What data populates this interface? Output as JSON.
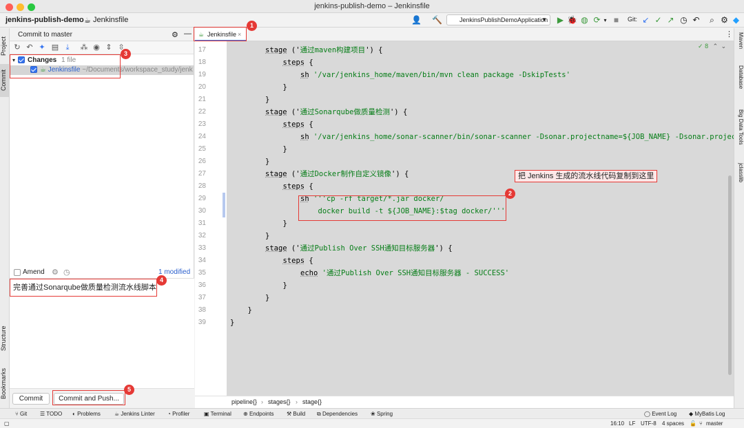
{
  "window": {
    "title": "jenkins-publish-demo – Jenkinsfile",
    "traffic_colors": [
      "#ff5f57",
      "#febc2e",
      "#28c840"
    ]
  },
  "toolbar": {
    "project": "jenkins-publish-demo",
    "file": "Jenkinsfile",
    "run_config": "JenkinsPublishDemoApplication",
    "git_label": "Git:"
  },
  "left_stripe": {
    "project": "Project",
    "commit": "Commit",
    "structure": "Structure",
    "bookmarks": "Bookmarks"
  },
  "commit_panel": {
    "title": "Commit to master",
    "changes_label": "Changes",
    "changes_count": "1 file",
    "file_name": "Jenkinsfile",
    "file_path": "~/Documents/workspace_study/jenk",
    "amend_label": "Amend",
    "modified_count": "1 modified",
    "commit_message": "完善通过Sonarqube做质量检测流水线脚本",
    "commit_button": "Commit",
    "commit_push_button": "Commit and Push..."
  },
  "editor": {
    "tab_label": "Jenkinsfile",
    "inspection_count": "8",
    "lines": [
      {
        "n": "17",
        "indent": 2,
        "parts": [
          {
            "t": "stage",
            "c": "kw"
          },
          {
            "t": " ('",
            "c": ""
          },
          {
            "t": "通过maven构建项目",
            "c": "str"
          },
          {
            "t": "') {",
            "c": ""
          }
        ]
      },
      {
        "n": "18",
        "indent": 3,
        "parts": [
          {
            "t": "steps",
            "c": "kw"
          },
          {
            "t": " {",
            "c": ""
          }
        ]
      },
      {
        "n": "19",
        "indent": 4,
        "parts": [
          {
            "t": "sh",
            "c": "kw"
          },
          {
            "t": " ",
            "c": ""
          },
          {
            "t": "'/var/jenkins_home/maven/bin/mvn clean package -DskipTests'",
            "c": "str"
          }
        ]
      },
      {
        "n": "20",
        "indent": 3,
        "parts": [
          {
            "t": "}",
            "c": ""
          }
        ]
      },
      {
        "n": "21",
        "indent": 2,
        "parts": [
          {
            "t": "}",
            "c": ""
          }
        ]
      },
      {
        "n": "22",
        "indent": 2,
        "parts": [
          {
            "t": "stage",
            "c": "kw"
          },
          {
            "t": " ('",
            "c": ""
          },
          {
            "t": "通过Sonarqube做质量检测",
            "c": "str"
          },
          {
            "t": "') {",
            "c": ""
          }
        ]
      },
      {
        "n": "23",
        "indent": 3,
        "parts": [
          {
            "t": "steps",
            "c": "kw"
          },
          {
            "t": " {",
            "c": ""
          }
        ]
      },
      {
        "n": "24",
        "indent": 4,
        "parts": [
          {
            "t": "sh",
            "c": "kw"
          },
          {
            "t": " ",
            "c": ""
          },
          {
            "t": "'/var/jenkins_home/sonar-scanner/bin/sonar-scanner -Dsonar.projectname=${JOB_NAME} -Dsonar.projec",
            "c": "str"
          }
        ]
      },
      {
        "n": "25",
        "indent": 3,
        "parts": [
          {
            "t": "}",
            "c": ""
          }
        ]
      },
      {
        "n": "26",
        "indent": 2,
        "parts": [
          {
            "t": "}",
            "c": ""
          }
        ]
      },
      {
        "n": "27",
        "indent": 2,
        "parts": [
          {
            "t": "stage",
            "c": "kw"
          },
          {
            "t": " ('",
            "c": ""
          },
          {
            "t": "通过Docker制作自定义镜像",
            "c": "str"
          },
          {
            "t": "') {",
            "c": ""
          }
        ]
      },
      {
        "n": "28",
        "indent": 3,
        "parts": [
          {
            "t": "steps",
            "c": "kw"
          },
          {
            "t": " {",
            "c": ""
          }
        ]
      },
      {
        "n": "29",
        "indent": 4,
        "parts": [
          {
            "t": "sh",
            "c": "kw"
          },
          {
            "t": " ",
            "c": ""
          },
          {
            "t": "'''cp -rf target/*.jar docker/",
            "c": "str"
          }
        ]
      },
      {
        "n": "30",
        "indent": 5,
        "parts": [
          {
            "t": "docker build -t ${JOB_NAME}:$tag docker/'''",
            "c": "str"
          }
        ]
      },
      {
        "n": "31",
        "indent": 3,
        "parts": [
          {
            "t": "}",
            "c": ""
          }
        ]
      },
      {
        "n": "32",
        "indent": 2,
        "parts": [
          {
            "t": "}",
            "c": ""
          }
        ]
      },
      {
        "n": "33",
        "indent": 2,
        "parts": [
          {
            "t": "stage",
            "c": "kw"
          },
          {
            "t": " ('",
            "c": ""
          },
          {
            "t": "通过Publish Over SSH通知目标服务器",
            "c": "str"
          },
          {
            "t": "') {",
            "c": ""
          }
        ]
      },
      {
        "n": "34",
        "indent": 3,
        "parts": [
          {
            "t": "steps",
            "c": "kw"
          },
          {
            "t": " {",
            "c": ""
          }
        ]
      },
      {
        "n": "35",
        "indent": 4,
        "parts": [
          {
            "t": "echo",
            "c": "kw"
          },
          {
            "t": " ",
            "c": ""
          },
          {
            "t": "'通过Publish Over SSH通知目标服务器 - SUCCESS'",
            "c": "str"
          }
        ]
      },
      {
        "n": "36",
        "indent": 3,
        "parts": [
          {
            "t": "}",
            "c": ""
          }
        ]
      },
      {
        "n": "37",
        "indent": 2,
        "parts": [
          {
            "t": "}",
            "c": ""
          }
        ]
      },
      {
        "n": "38",
        "indent": 1,
        "parts": [
          {
            "t": "}",
            "c": ""
          }
        ]
      },
      {
        "n": "39",
        "indent": 0,
        "parts": [
          {
            "t": "}",
            "c": ""
          }
        ]
      }
    ],
    "breadcrumbs": [
      "pipeline{}",
      "stages{}",
      "stage{}"
    ]
  },
  "right_stripe": [
    "Maven",
    "Database",
    "Big Data Tools",
    "jclasslib"
  ],
  "bottom_tools": [
    "Git",
    "TODO",
    "Problems",
    "Jenkins Linter",
    "Profiler",
    "Terminal",
    "Endpoints",
    "Build",
    "Dependencies",
    "Spring",
    "Event Log",
    "MyBatis Log"
  ],
  "status_bar": {
    "position": "16:10",
    "line_sep": "LF",
    "encoding": "UTF-8",
    "indent": "4 spaces",
    "branch": "master"
  },
  "annotations": {
    "badges": [
      "1",
      "2",
      "3",
      "4",
      "5"
    ],
    "callout_text": "把 Jenkins 生成的流水线代码复制到这里",
    "accent_color": "#e53935"
  }
}
